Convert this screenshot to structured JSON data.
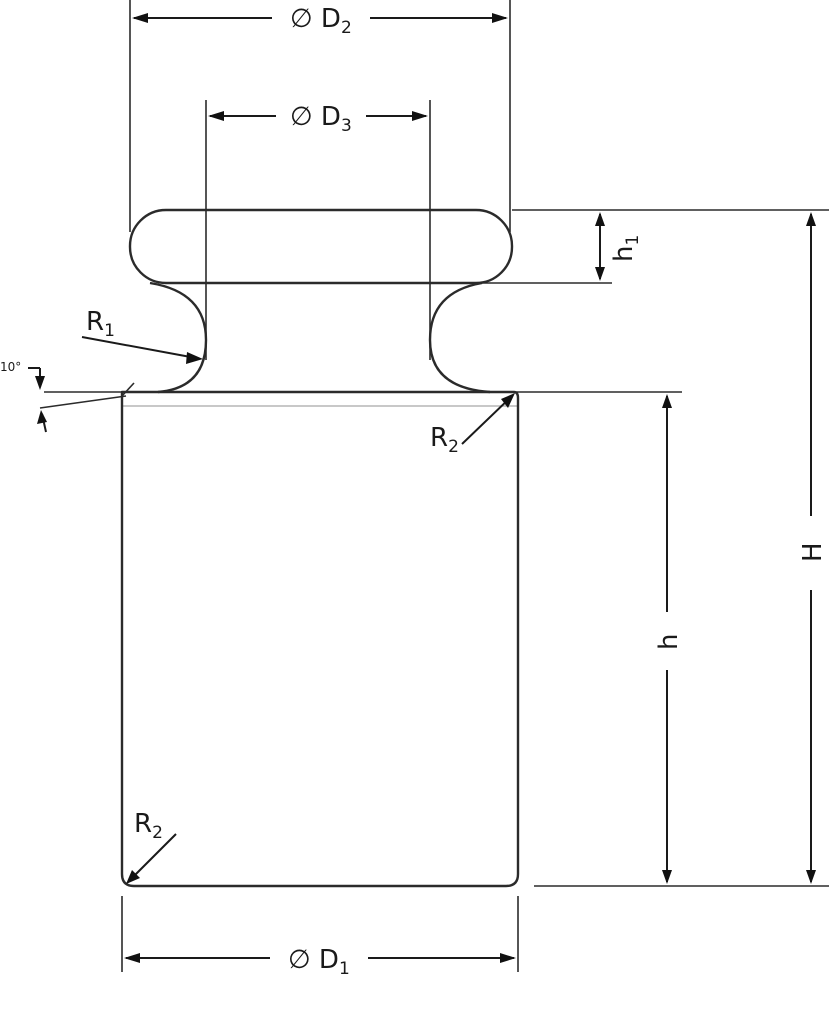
{
  "dimensions": {
    "d1": {
      "prefix": "∅ D",
      "sub": "1"
    },
    "d2": {
      "prefix": "∅ D",
      "sub": "2"
    },
    "d3": {
      "prefix": "∅ D",
      "sub": "3"
    },
    "h1": {
      "prefix": "h",
      "sub": "1"
    },
    "h": {
      "text": "h"
    },
    "H": {
      "text": "H"
    },
    "r1": {
      "prefix": "R",
      "sub": "1"
    },
    "r2_top": {
      "prefix": "R",
      "sub": "2"
    },
    "r2_bottom": {
      "prefix": "R",
      "sub": "2"
    },
    "angle": {
      "text": "10°"
    }
  },
  "colors": {
    "line": "#2b2b2b",
    "arrow": "#111111",
    "background": "#ffffff"
  }
}
